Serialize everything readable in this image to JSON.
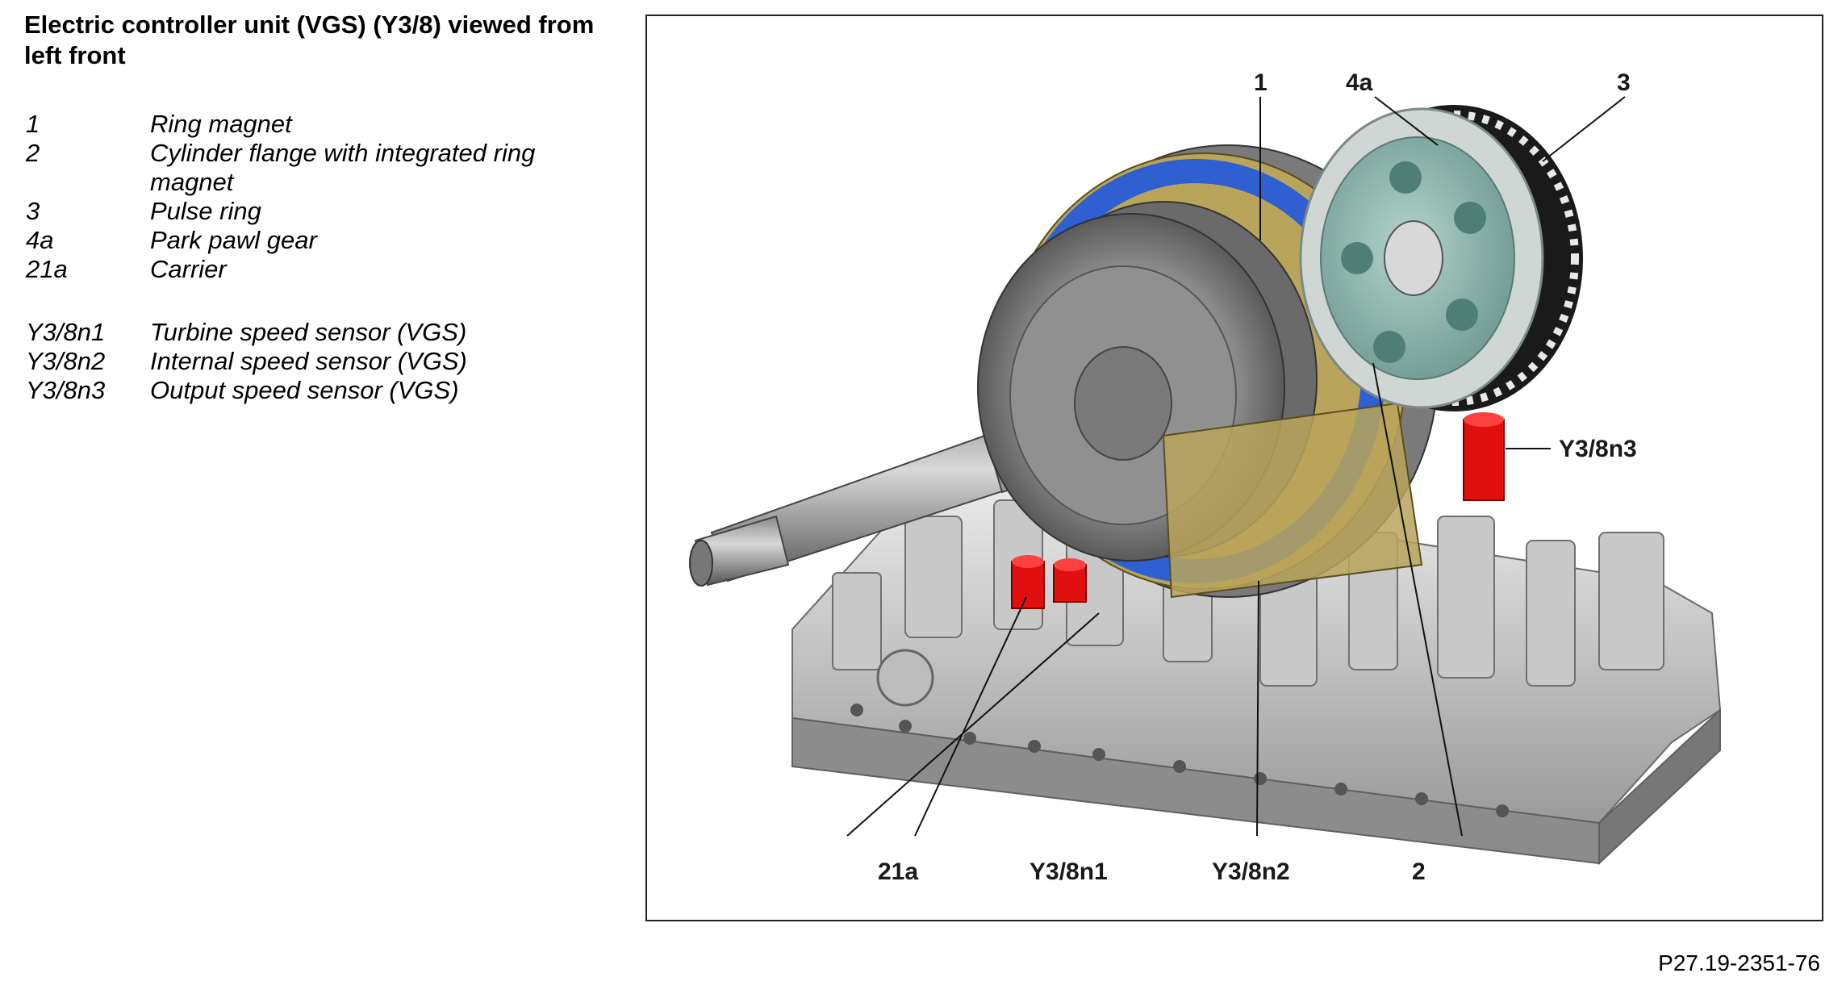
{
  "title": "Electric controller unit (VGS) (Y3/8) viewed from left front",
  "legend": [
    {
      "code": "1",
      "desc": "Ring magnet"
    },
    {
      "code": "2",
      "desc": "Cylinder flange with integrated ring magnet"
    },
    {
      "code": "3",
      "desc": "Pulse ring"
    },
    {
      "code": "4a",
      "desc": "Park pawl gear"
    },
    {
      "code": "21a",
      "desc": "Carrier"
    }
  ],
  "sensors": [
    {
      "code": "Y3/8n1",
      "desc": "Turbine speed sensor (VGS)"
    },
    {
      "code": "Y3/8n2",
      "desc": "Internal speed sensor (VGS)"
    },
    {
      "code": "Y3/8n3",
      "desc": "Output speed sensor (VGS)"
    }
  ],
  "callouts": {
    "c1": "1",
    "c4a": "4a",
    "c3": "3",
    "y3n3": "Y3/8n3",
    "c21a": "21a",
    "y3n1": "Y3/8n1",
    "y3n2": "Y3/8n2",
    "c2": "2"
  },
  "reference": "P27.19-2351-76",
  "colors": {
    "ring_magnet": "#2f5fd0",
    "sensor": "#e01010",
    "flange": "#b8a45a",
    "pulse_ring": "#7aa8a0"
  }
}
